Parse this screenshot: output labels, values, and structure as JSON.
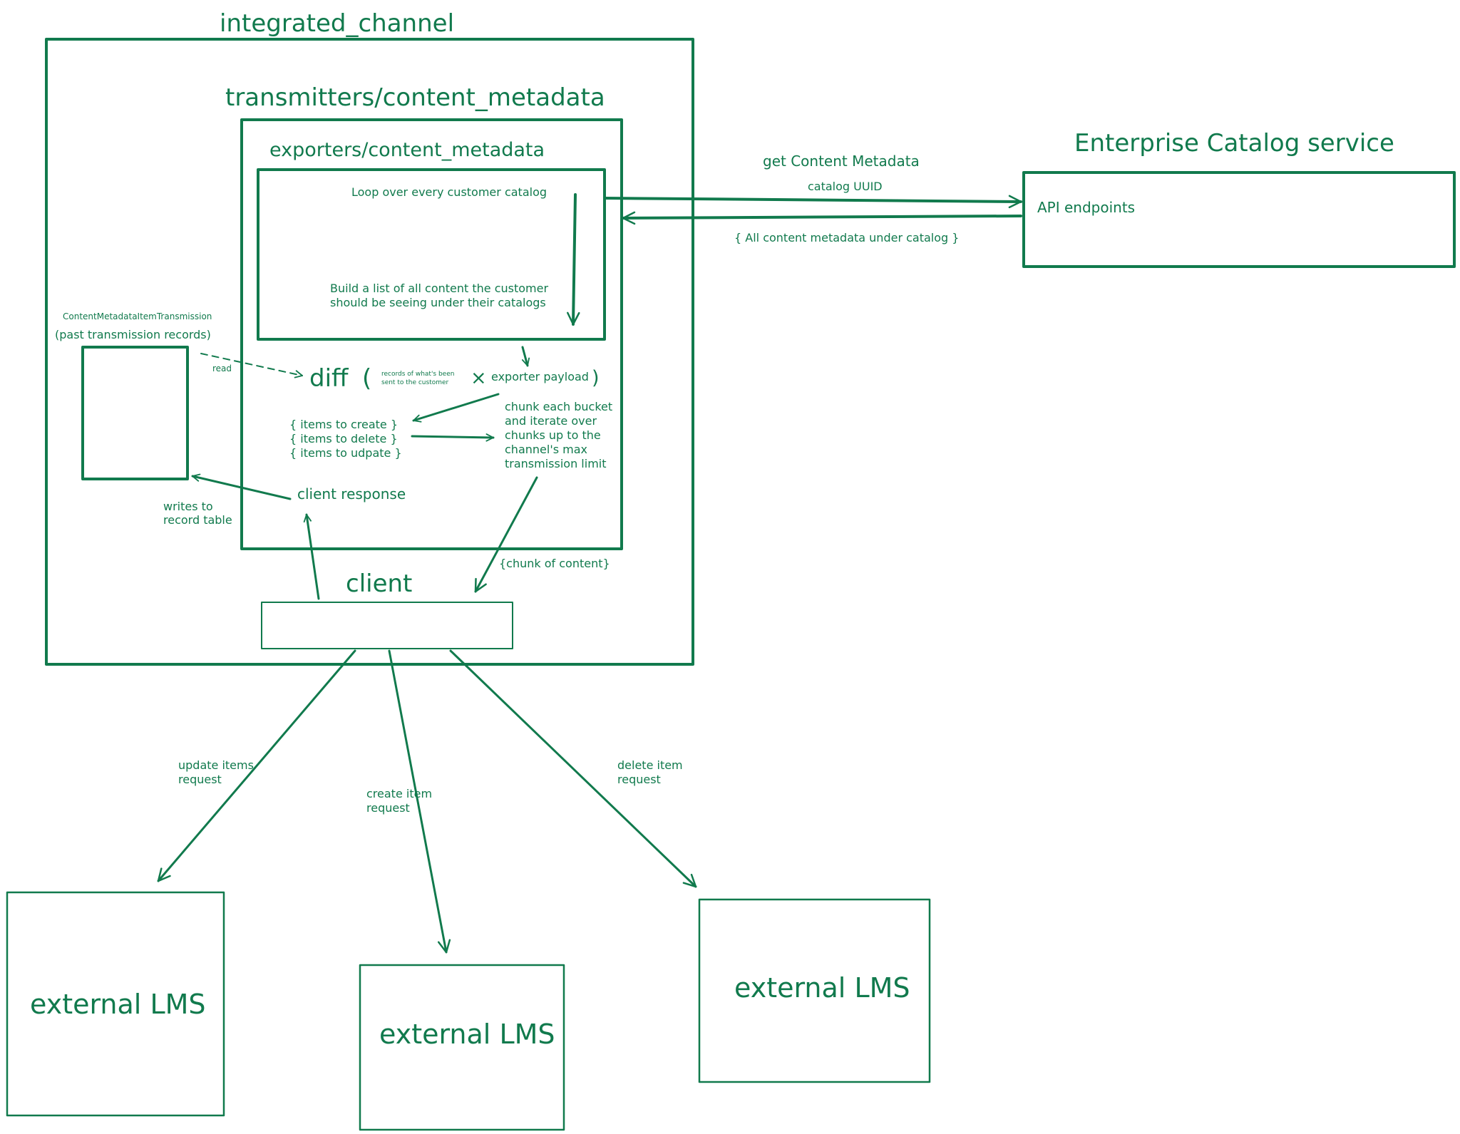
{
  "containers": {
    "integrated_channel": "integrated_channel",
    "transmitters": "transmitters/content_metadata",
    "exporters": "exporters/content_metadata",
    "client": "client",
    "enterprise_catalog": "Enterprise Catalog service",
    "api_endpoints": "API endpoints"
  },
  "loop_box": {
    "loop_label": "Loop over every customer catalog",
    "build_line1": "Build a list of all content the customer",
    "build_line2": "should be seeing under their catalogs"
  },
  "transmission_records": {
    "model_name": "ContentMetadataItemTransmission",
    "caption": "(past transmission records)"
  },
  "diff": {
    "keyword": "diff",
    "open_paren": "(",
    "records_line1": "records of what's been",
    "records_line2": "sent to the customer",
    "cross": "×",
    "payload": "exporter payload",
    "close_paren": ")"
  },
  "buckets": [
    "{ items to create }",
    "{ items to delete }",
    "{ items to udpate }"
  ],
  "chunk_note": [
    "chunk each bucket",
    "and iterate over",
    "chunks up to the",
    "channel's max",
    "transmission limit"
  ],
  "labels": {
    "client_response": "client response",
    "read": "read",
    "writes_line1": "writes to",
    "writes_line2": "record table",
    "chunk_of_content": "{chunk of content}",
    "get_metadata": "get Content Metadata",
    "catalog_uuid": "catalog UUID",
    "all_content": "{ All content metadata under catalog }",
    "update_line1": "update items",
    "update_line2": "request",
    "create_line1": "create item",
    "create_line2": "request",
    "delete_line1": "delete item",
    "delete_line2": "request"
  },
  "external_lms": [
    "external LMS",
    "external LMS",
    "external LMS"
  ],
  "colors": {
    "stroke": "#117a4d",
    "background": "#ffffff"
  }
}
